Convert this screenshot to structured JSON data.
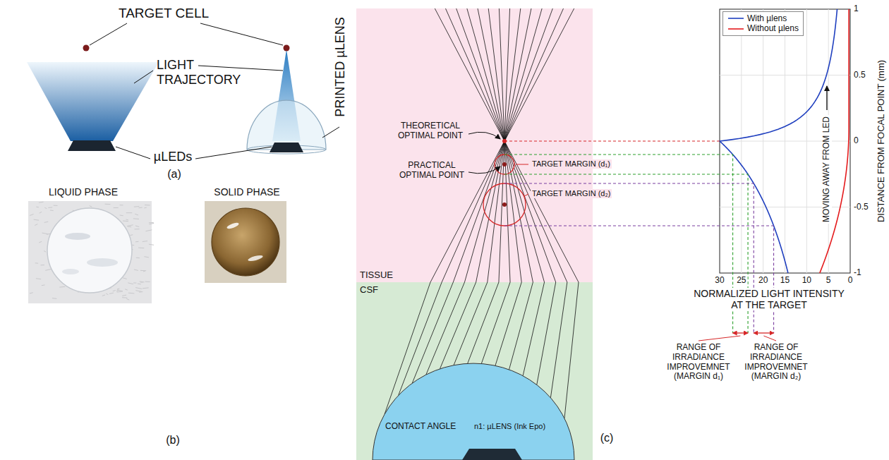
{
  "diagram": {
    "labels": [
      "TARGET CELL",
      "LIGHT TRAJECTORY",
      "PRINTED µLENS",
      "µLEDs",
      "(a)",
      "LIQUID PHASE",
      "SOLID PHASE",
      "(b)",
      "THEORETICAL OPTIMAL POINT",
      "PRACTICAL OPTIMAL POINT",
      "TARGET MARGIN (d₁)",
      "TARGET MARGIN (d₂)",
      "TISSUE",
      "CSF",
      "CONTACT ANGLE",
      "n1: µLENS (Ink Epo)",
      "MOVING AWAY FROM LED",
      "DISTANCE FROM FOCAL POINT (mm)",
      "1",
      "0.5",
      "0",
      "-0.5",
      "-1",
      "30",
      "25",
      "20",
      "15",
      "10",
      "5",
      "0",
      "NORMALIZED LIGHT INTENSITY AT THE TARGET",
      "RANGE OF IRRADIANCE IMPROVEMNET (MARGIN d₁)",
      "RANGE OF IRRADIANCE IMPROVEMNET (MARGIN d₂)",
      "(c)"
    ],
    "legend": [
      {
        "text": "With µlens"
      },
      {
        "text": "Without µlens"
      }
    ]
  }
}
